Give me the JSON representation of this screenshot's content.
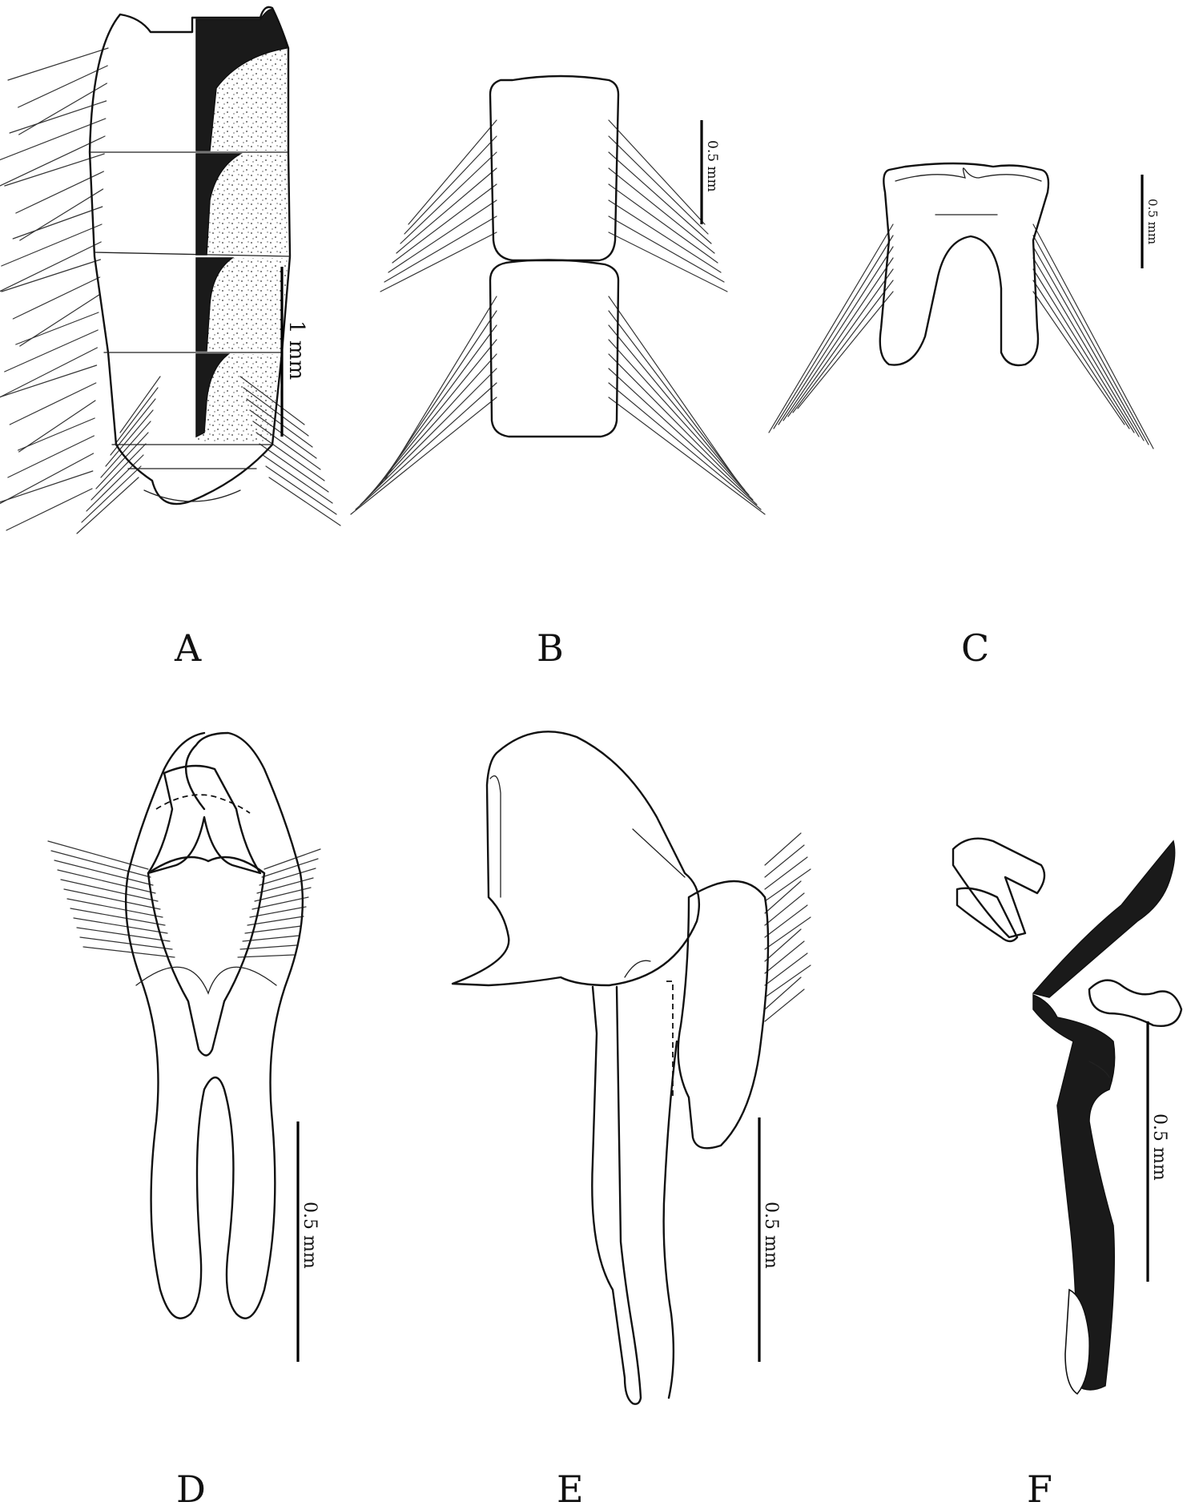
{
  "panels": [
    {
      "id": "A",
      "label": "A",
      "scale_label": "1 mm"
    },
    {
      "id": "B",
      "label": "B",
      "scale_label": "0.5 mm"
    },
    {
      "id": "C",
      "label": "C",
      "scale_label": "0.5 mm"
    },
    {
      "id": "D",
      "label": "D",
      "scale_label": "0.5 mm"
    },
    {
      "id": "E",
      "label": "E",
      "scale_label": "0.5 mm"
    },
    {
      "id": "F",
      "label": "F",
      "scale_label": "0.5 mm"
    }
  ]
}
